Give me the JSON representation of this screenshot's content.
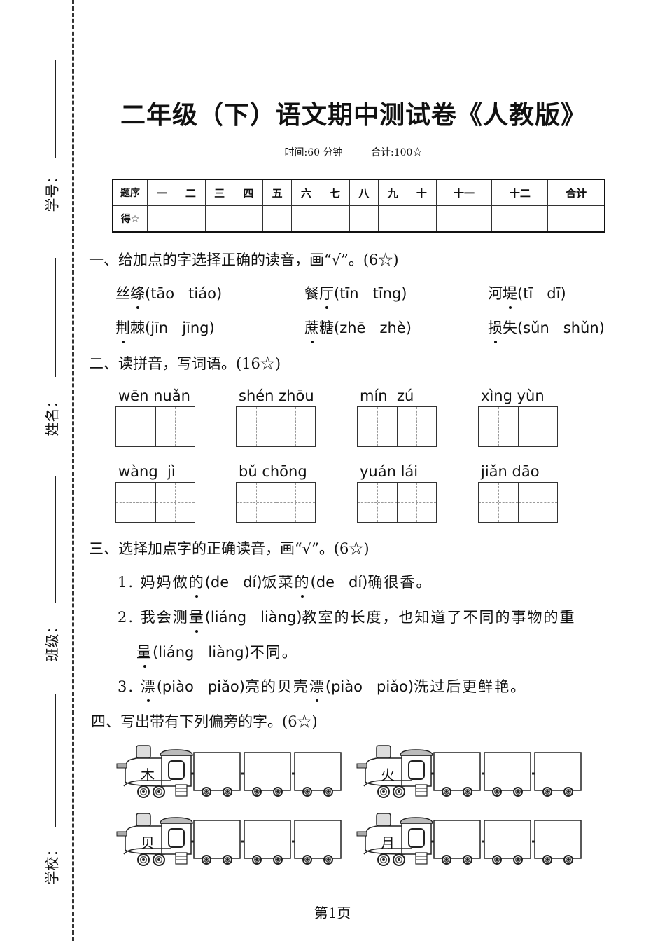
{
  "margin": {
    "fields": [
      "学号：",
      "姓名：",
      "班级：",
      "学校："
    ]
  },
  "header": {
    "title": "二年级（下）语文期中测试卷《人教版》",
    "time": "时间:60 分钟",
    "total": "合计:100☆"
  },
  "score_table": {
    "row_headers": [
      "题序",
      "得☆"
    ],
    "columns": [
      "一",
      "二",
      "三",
      "四",
      "五",
      "六",
      "七",
      "八",
      "九",
      "十",
      "十一",
      "十二",
      "合计"
    ]
  },
  "section1": {
    "heading": "一、给加点的字选择正确的读音，画“√”。(6☆)",
    "items": [
      {
        "pre": "丝",
        "dot": "绦",
        "post": "",
        "options": "(tāo   tiáo)"
      },
      {
        "pre": "餐",
        "dot": "厅",
        "post": "",
        "options": "(tīn   tīng)"
      },
      {
        "pre": "河",
        "dot": "堤",
        "post": "",
        "options": "(tī   dī)"
      },
      {
        "pre": "",
        "dot": "荆",
        "post": "棘",
        "options": "(jīn   jīng)"
      },
      {
        "pre": "",
        "dot": "蔗",
        "post": "糖",
        "options": "(zhē   zhè)"
      },
      {
        "pre": "",
        "dot": "损",
        "post": "失",
        "options": "(sǔn   shǔn)"
      }
    ]
  },
  "section2": {
    "heading": "二、读拼音，写词语。(16☆)",
    "words": [
      "wēn nuǎn",
      "shén zhōu",
      "mín  zú",
      "xìng yùn",
      "wàng  jì",
      "bǔ chōng",
      "yuán lái",
      "jiǎn dāo"
    ]
  },
  "section3": {
    "heading": "三、选择加点字的正确读音，画“√”。(6☆)",
    "lines": [
      [
        {
          "t": "1. 妈妈做"
        },
        {
          "t": "的",
          "dot": true
        },
        {
          "t": "(de   dí)",
          "py": true
        },
        {
          "t": "饭菜"
        },
        {
          "t": "的",
          "dot": true
        },
        {
          "t": "(de   dí)",
          "py": true
        },
        {
          "t": "确很香。"
        }
      ],
      [
        {
          "t": "2. 我会测"
        },
        {
          "t": "量",
          "dot": true
        },
        {
          "t": "(liáng   liàng)",
          "py": true
        },
        {
          "t": "教室的长度，也知道了不同的事物的重"
        }
      ],
      [
        {
          "t": "量",
          "dot": true
        },
        {
          "t": "(liáng   liàng)",
          "py": true
        },
        {
          "t": "不同。"
        }
      ],
      [
        {
          "t": "3. "
        },
        {
          "t": "漂",
          "dot": true
        },
        {
          "t": "(piào   piǎo)",
          "py": true
        },
        {
          "t": "亮的贝壳"
        },
        {
          "t": "漂",
          "dot": true
        },
        {
          "t": "(piào   piǎo)",
          "py": true
        },
        {
          "t": "洗过后更鲜艳。"
        }
      ]
    ]
  },
  "section4": {
    "heading": "四、写出带有下列偏旁的字。(6☆)",
    "radicals": [
      "木",
      "火",
      "贝",
      "月"
    ]
  },
  "footer": {
    "page": "第1页"
  }
}
